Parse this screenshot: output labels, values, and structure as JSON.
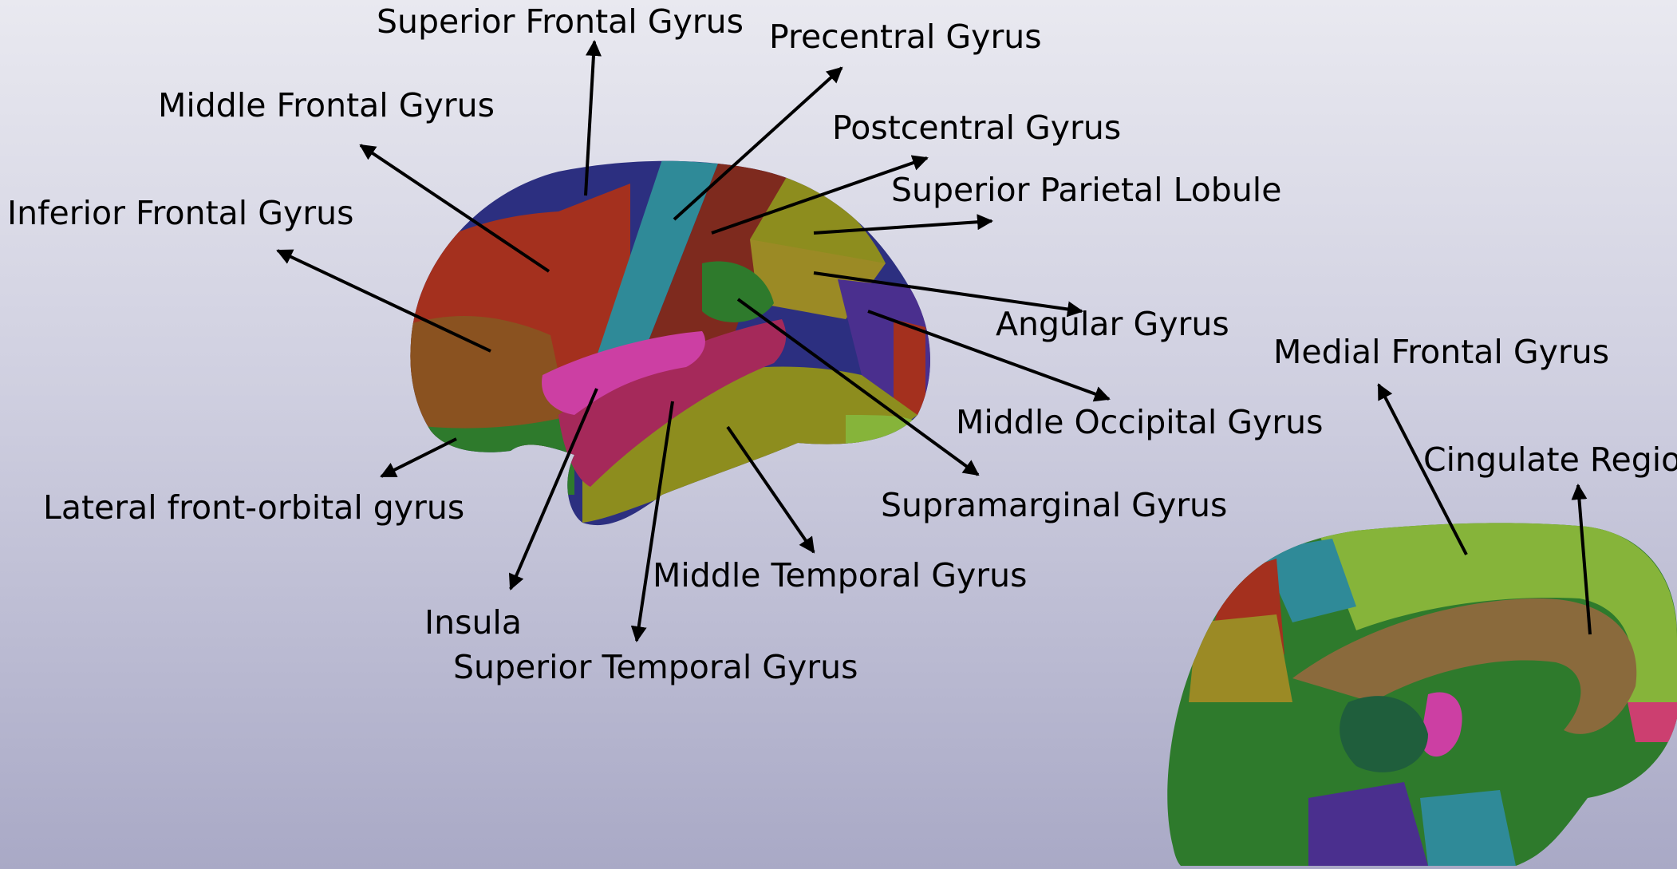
{
  "labels": {
    "superior_frontal_gyrus": "Superior Frontal Gyrus",
    "precentral_gyrus": "Precentral Gyrus",
    "middle_frontal_gyrus": "Middle Frontal Gyrus",
    "postcentral_gyrus": "Postcentral Gyrus",
    "superior_parietal_lobule": "Superior Parietal Lobule",
    "inferior_frontal_gyrus": "Inferior Frontal Gyrus",
    "angular_gyrus": "Angular Gyrus",
    "medial_frontal_gyrus": "Medial Frontal Gyrus",
    "middle_occipital_gyrus": "Middle Occipital Gyrus",
    "cingulate_region": "Cingulate Region",
    "lateral_front_orbital_gyrus": "Lateral front-orbital gyrus",
    "supramarginal_gyrus": "Supramarginal Gyrus",
    "middle_temporal_gyrus": "Middle Temporal Gyrus",
    "insula": "Insula",
    "superior_temporal_gyrus": "Superior Temporal Gyrus"
  },
  "region_colors": {
    "navy": "#2c2f80",
    "red": "#a4301e",
    "brown_red": "#7e2a1e",
    "teal": "#2f8a98",
    "olive": "#8d8d1e",
    "olive_gold": "#9b8a25",
    "green": "#2e7a2c",
    "bright_green": "#34a336",
    "purple": "#4a2f8e",
    "magenta": "#cc3fa3",
    "wine": "#a5295a",
    "brown": "#8a5220",
    "lime": "#86b43a",
    "tan": "#8a6a3c"
  }
}
